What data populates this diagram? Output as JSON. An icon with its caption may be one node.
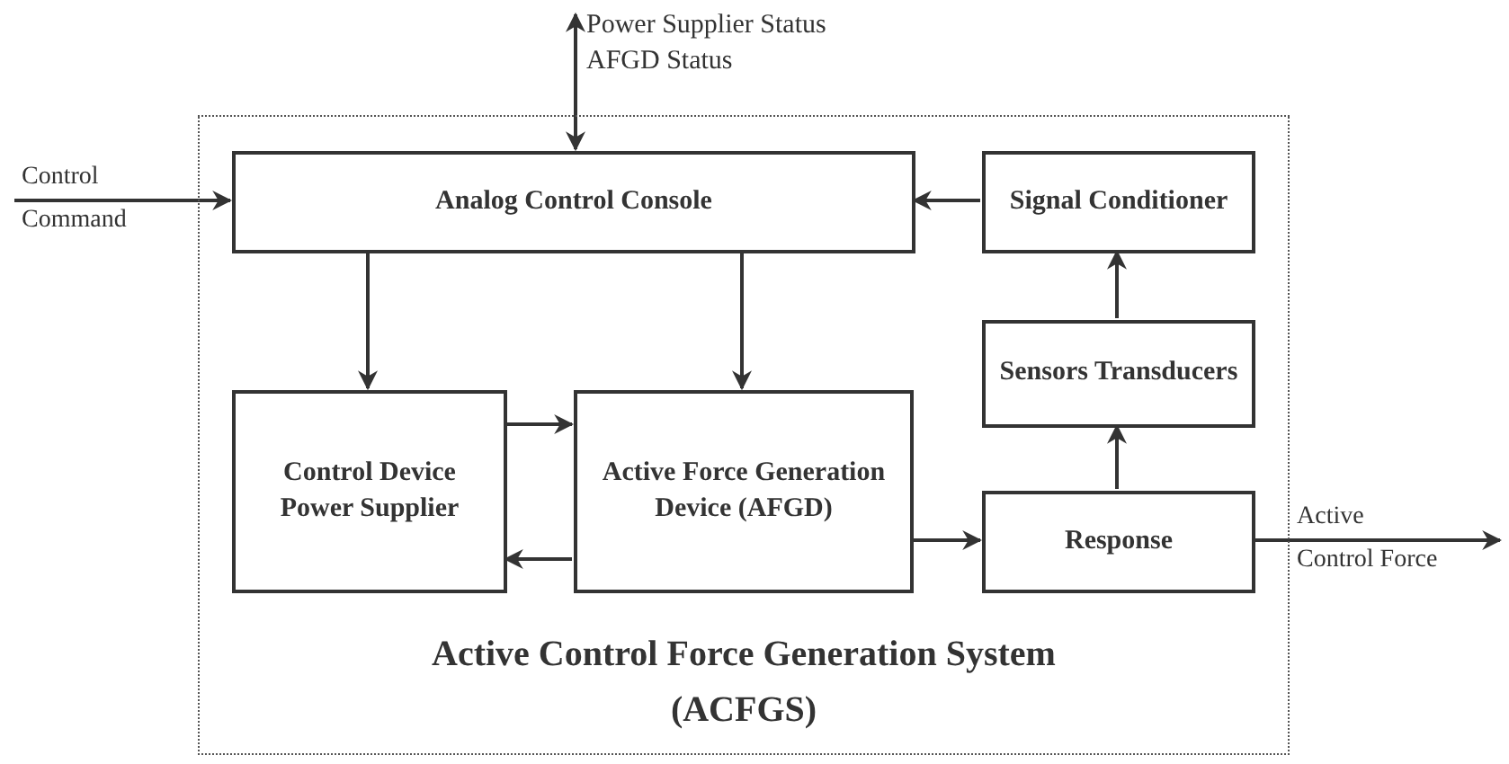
{
  "diagram": {
    "nodes": [
      {
        "text": [
          "Active Control Force Generation System (ACFGS)"
        ]
      },
      {
        "text": [
          "Analog Control Console"
        ],
        "in": 0
      },
      {
        "text": [
          "Signal Conditioner"
        ],
        "in": 0
      },
      {
        "text": [
          "Sensors Transducers"
        ],
        "in": 0
      },
      {
        "text": [
          "Control Device Power Supplier"
        ],
        "in": 0
      },
      {
        "text": [
          "Active Force Generation Device (AFGD)"
        ],
        "in": 0
      },
      {
        "text": [
          "Response"
        ],
        "in": 0
      }
    ],
    "edges": [
      {
        "from": null,
        "to": 1,
        "arrow": "to",
        "label": "Control Command"
      },
      {
        "from": 1,
        "to": null,
        "arrow": "both",
        "label": "Power Supplier Status AFGD Status"
      },
      {
        "from": 2,
        "to": 1,
        "arrow": "to"
      },
      {
        "from": 3,
        "to": 2,
        "arrow": "to"
      },
      {
        "from": 6,
        "to": 3,
        "arrow": "to"
      },
      {
        "from": 1,
        "to": 4,
        "arrow": "to"
      },
      {
        "from": 1,
        "to": 5,
        "arrow": "to"
      },
      {
        "from": 4,
        "to": 5,
        "arrow": "to"
      },
      {
        "from": 5,
        "to": 4,
        "arrow": "to"
      },
      {
        "from": 5,
        "to": 6,
        "arrow": "to"
      },
      {
        "from": 6,
        "to": null,
        "arrow": "to",
        "label": "Active Control Force"
      }
    ]
  }
}
